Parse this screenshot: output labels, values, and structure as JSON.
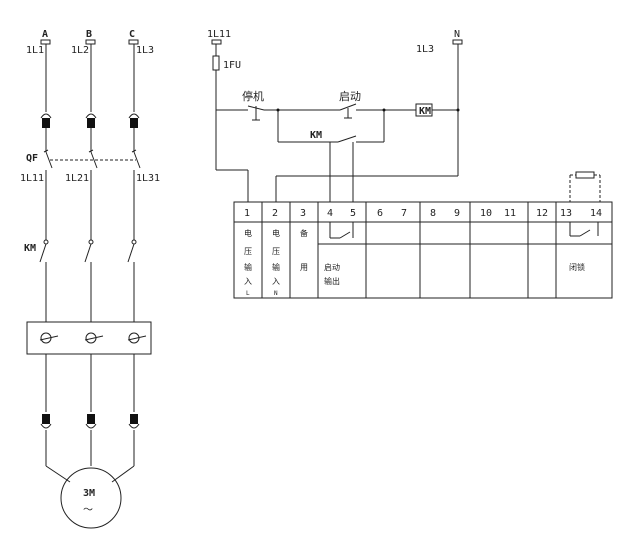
{
  "phases": {
    "a": "A",
    "b": "B",
    "c": "C",
    "a_line": "1L1",
    "b_line": "1L2",
    "c_line": "1L3",
    "a_out": "1L11",
    "b_out": "1L21",
    "c_out": "1L31"
  },
  "breaker": "QF",
  "contactor": "KM",
  "motor": {
    "name": "3M",
    "symbol": "～"
  },
  "control": {
    "supply_l": "1L11",
    "fuse": "1FU",
    "neutral": "N",
    "supply_n": "1L3",
    "stop": "停机",
    "start": "启动",
    "coil": "KM",
    "aux_contact": "KM"
  },
  "terminals": {
    "numbers": [
      "1",
      "2",
      "3",
      "4",
      "5",
      "6",
      "7",
      "8",
      "9",
      "10",
      "11",
      "12",
      "13",
      "14"
    ],
    "t1": [
      "电",
      "压",
      "输",
      "入"
    ],
    "t1_sub": "L",
    "t2": [
      "电",
      "压",
      "输",
      "入"
    ],
    "t2_sub": "N",
    "t3": [
      "备",
      "用"
    ],
    "start_output": [
      "启动",
      "输出"
    ],
    "interlock": "闭锁"
  }
}
